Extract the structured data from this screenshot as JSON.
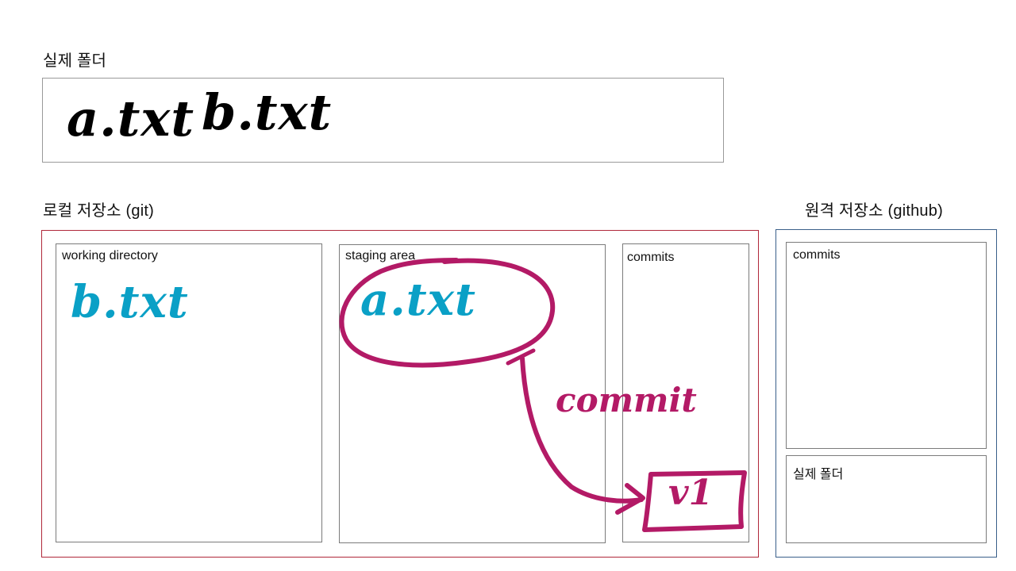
{
  "real_folder": {
    "heading": "실제 폴더",
    "files": [
      "a.txt",
      "b.txt"
    ]
  },
  "local_repo": {
    "heading": "로컬 저장소 (git)",
    "working_directory": {
      "label": "working directory",
      "files": [
        "b.txt"
      ]
    },
    "staging_area": {
      "label": "staging area",
      "files": [
        "a.txt"
      ]
    },
    "commits": {
      "label": "commits",
      "items": [
        "v1"
      ]
    },
    "arrow_label": "commit"
  },
  "remote_repo": {
    "heading": "원격 저장소 (github)",
    "commits_label": "commits",
    "real_folder_label": "실제 폴더"
  },
  "colors": {
    "local_border": "#b0283a",
    "remote_border": "#3a5f8a",
    "handwriting_blue": "#0aa0c6",
    "handwriting_magenta": "#b31a66",
    "handwriting_black": "#000000"
  }
}
